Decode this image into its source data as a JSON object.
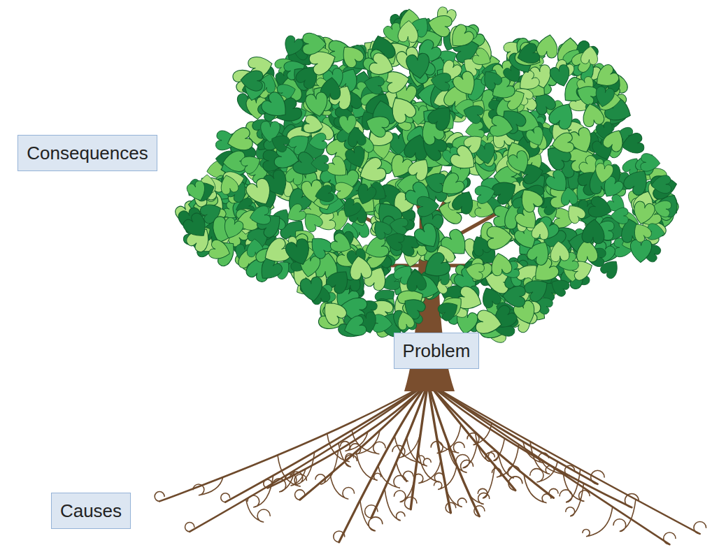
{
  "diagram": {
    "nodes": [
      {
        "text": [
          "Consequences"
        ]
      },
      {
        "text": [
          "Problem"
        ]
      },
      {
        "text": [
          "Causes"
        ]
      }
    ]
  }
}
